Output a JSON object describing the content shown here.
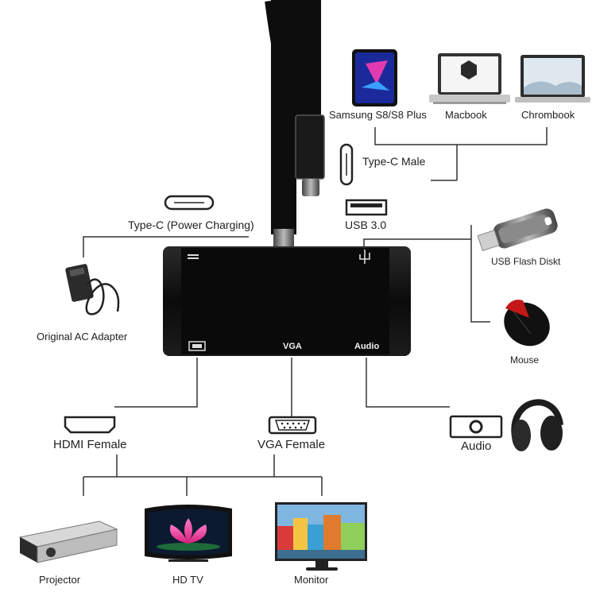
{
  "devices_top": {
    "samsung": "Samsung S8/S8 Plus",
    "macbook": "Macbook",
    "chromebook": "Chrombook",
    "type_c_male": "Type-C Male"
  },
  "left": {
    "type_c_charging": "Type-C (Power Charging)",
    "ac_adapter": "Original AC Adapter"
  },
  "usb": {
    "usb3": "USB 3.0",
    "flash": "USB Flash Diskt",
    "mouse": "Mouse"
  },
  "hub_ports": {
    "vga": "VGA",
    "audio": "Audio"
  },
  "bottom": {
    "hdmi_female": "HDMI Female",
    "vga_female": "VGA Female",
    "audio": "Audio",
    "projector": "Projector",
    "hdtv": "HD TV",
    "monitor": "Monitor"
  },
  "colors": {
    "hub": "#111111",
    "line": "#333333",
    "cable": "#0d0d0d"
  }
}
